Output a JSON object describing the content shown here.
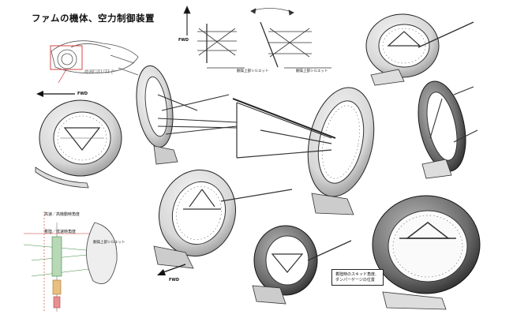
{
  "sheet": {
    "title": "ファムの機体、空力制御装置",
    "fwd_label": "FWD",
    "note_handwritten": "局部GRUTIぞ",
    "labels": {
      "center_a": "翻操上部シルエット",
      "center_b": "翻操上部シルエット",
      "bottom_left_silhouette": "翻操上部シルエット",
      "high_speed": "高速／高機動時角度",
      "normal_speed": "着陸／低速時角度",
      "bottom_right_note": "着陸時のスキッド角度、ダンパーゲージの位置"
    },
    "colors": {
      "ink": "#1a1a1a",
      "ring_fill": "#e4e4e4",
      "ring_dark": "#555555",
      "guide": "#d03030",
      "guide_green": "#3a8a3a"
    }
  }
}
